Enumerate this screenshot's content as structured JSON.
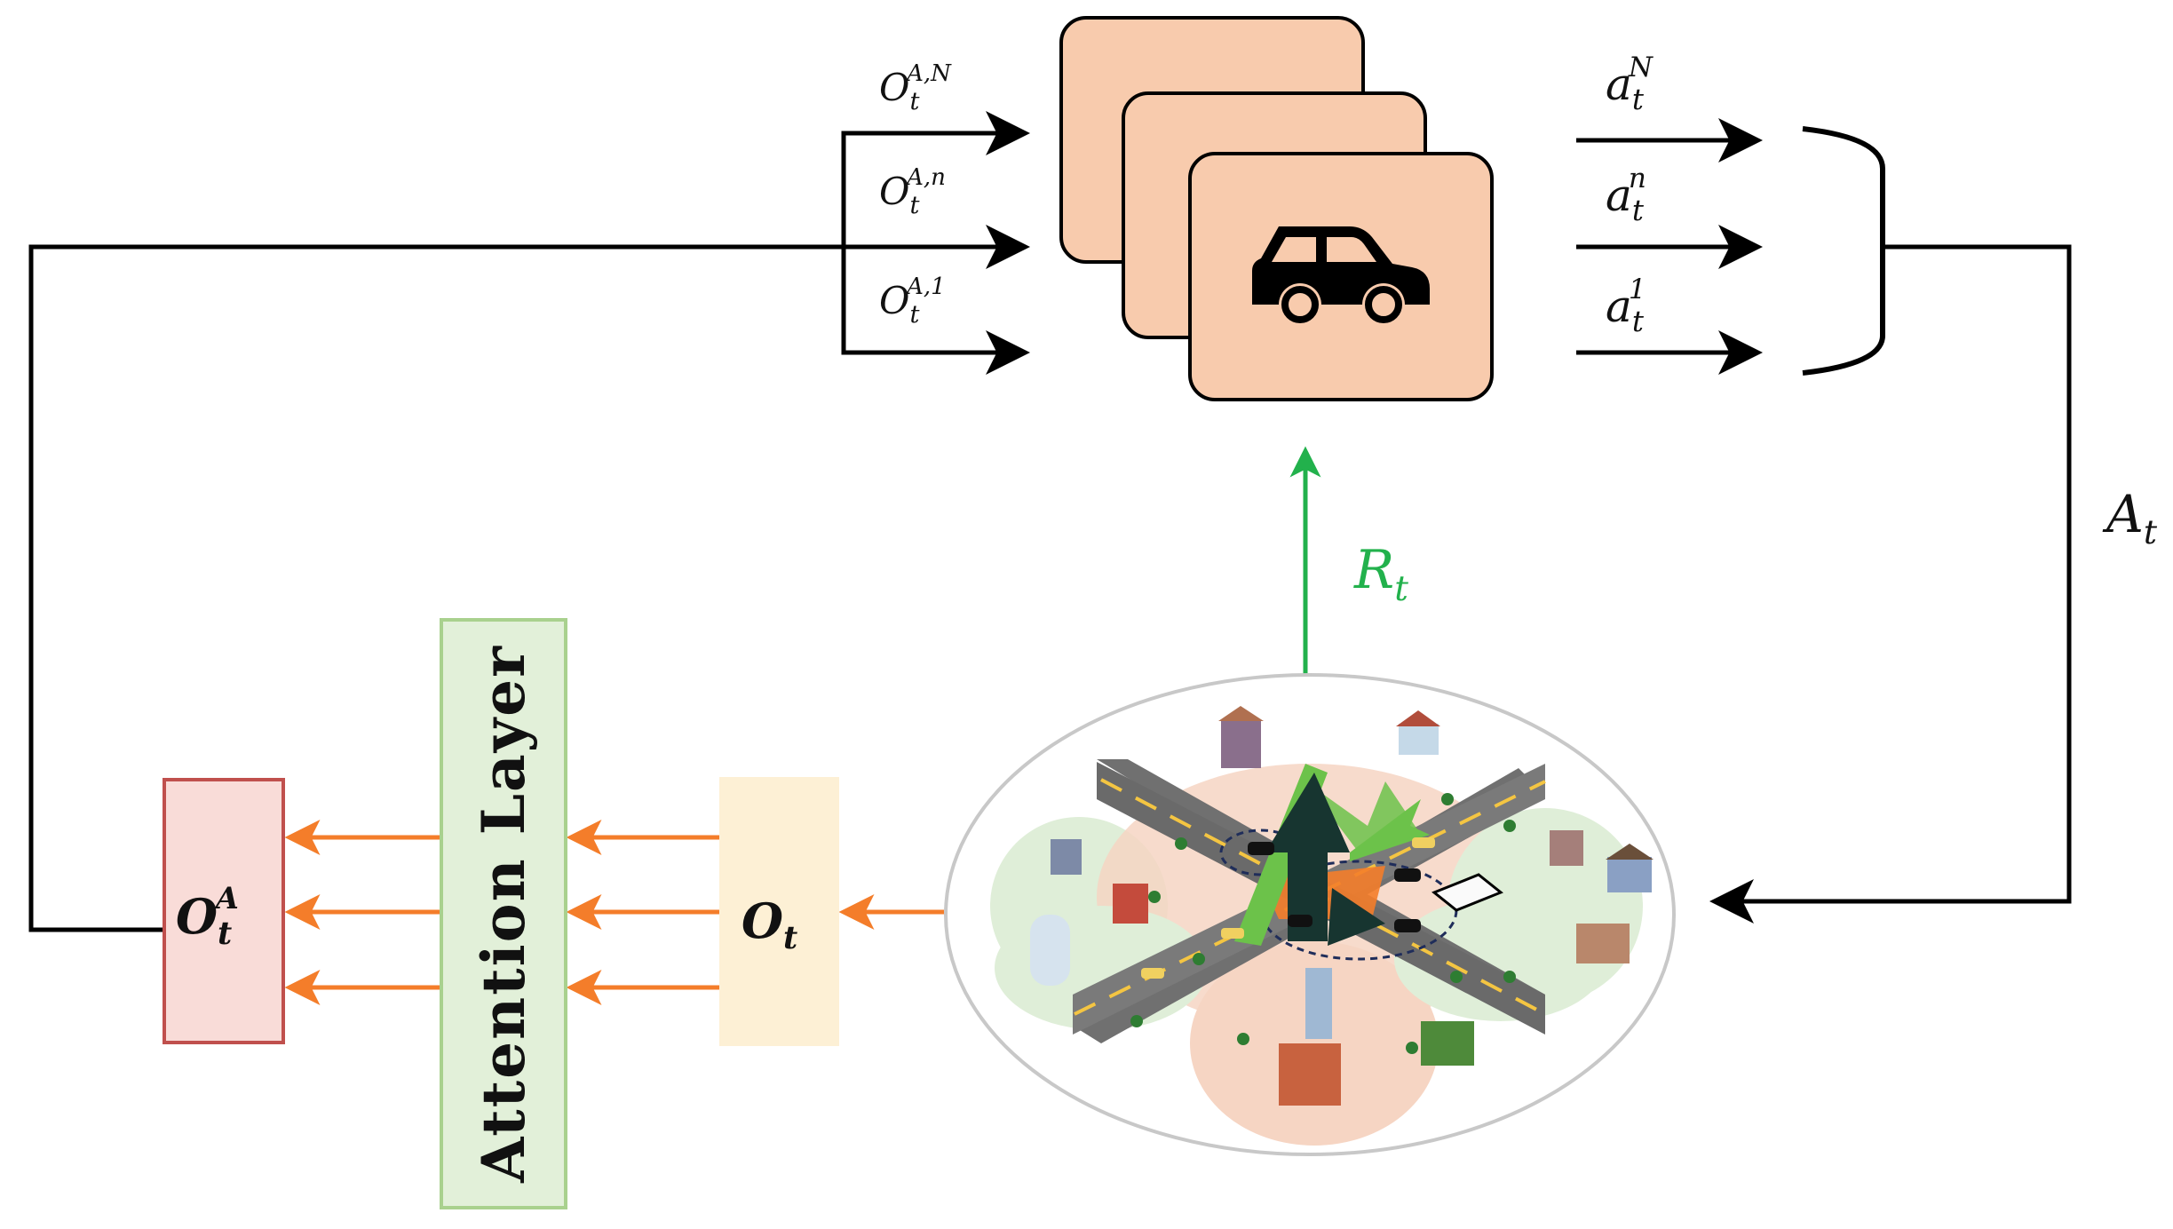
{
  "diagram": {
    "agents": {
      "icon": "car-icon",
      "fill": "#f8cbad",
      "inputs": [
        {
          "base": "O",
          "sub": "t",
          "sup": "A,N"
        },
        {
          "base": "O",
          "sub": "t",
          "sup": "A,n"
        },
        {
          "base": "O",
          "sub": "t",
          "sup": "A,1"
        }
      ],
      "outputs": [
        {
          "base": "a",
          "sub": "t",
          "sup": "N"
        },
        {
          "base": "a",
          "sub": "t",
          "sup": "n"
        },
        {
          "base": "a",
          "sub": "t",
          "sup": "1"
        }
      ]
    },
    "joint_action": {
      "base": "A",
      "sub": "t"
    },
    "reward": {
      "base": "R",
      "sub": "t",
      "color": "#22b14c"
    },
    "attention_layer": {
      "label": "Attention Layer",
      "fill": "#e2f0d9",
      "border": "#a9d18e"
    },
    "attended_obs": {
      "base": "O",
      "sub": "t",
      "sup": "A",
      "fill": "#f9dcd8",
      "border": "#c0504d"
    },
    "observation": {
      "base": "O",
      "sub": "t",
      "fill": "#fdf0d5"
    },
    "environment": {
      "icon": "traffic-intersection-illustration"
    },
    "colors": {
      "flow": "#000000",
      "observation_flow": "#f47d2a",
      "reward_flow": "#22b14c"
    }
  }
}
